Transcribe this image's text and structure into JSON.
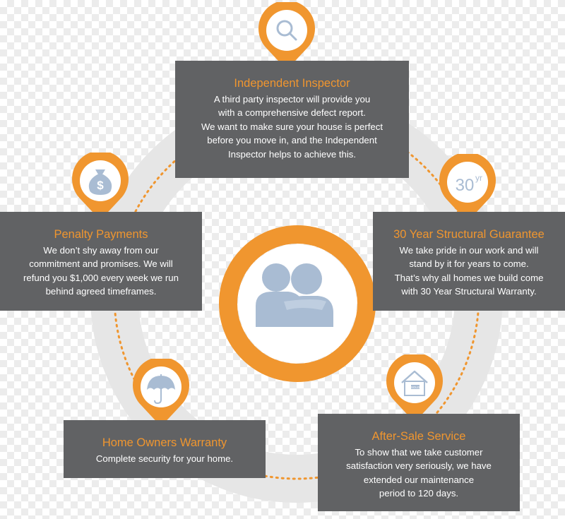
{
  "colors": {
    "accent": "#f0962f",
    "card": "#616264",
    "ring_gray": "#e6e6e6",
    "icon": "#a9bcd3"
  },
  "center": {
    "icon": "family-icon"
  },
  "cards": {
    "inspector": {
      "title": "Independent Inspector",
      "body": "A third party inspector will provide you\nwith a comprehensive defect report.\nWe want to make sure your house is perfect\nbefore you move in, and the Independent\nInspector helps to achieve this.",
      "icon": "magnifier-icon"
    },
    "penalty": {
      "title": "Penalty Payments",
      "body": "We don’t shy away from our\ncommitment and promises. We will\nrefund you $1,000 every week we run\nbehind agreed timeframes.",
      "icon": "money-bag-icon"
    },
    "guarantee": {
      "title": "30 Year Structural Guarantee",
      "body": "We take pride in our work and will\nstand by it for years to come.\nThat’s why all homes we build come\nwith 30 Year Structural Warranty.",
      "icon": "30yr-icon",
      "icon_text": "30",
      "icon_sup": "yr"
    },
    "warranty": {
      "title": "Home Owners Warranty",
      "body": "Complete security for your home.",
      "icon": "umbrella-icon"
    },
    "aftersale": {
      "title": "After-Sale Service",
      "body": "To show that we take customer\nsatisfaction very seriously, we have\nextended our maintenance\nperiod to 120 days.",
      "icon": "sold-house-icon",
      "icon_text": "SOLD"
    }
  }
}
